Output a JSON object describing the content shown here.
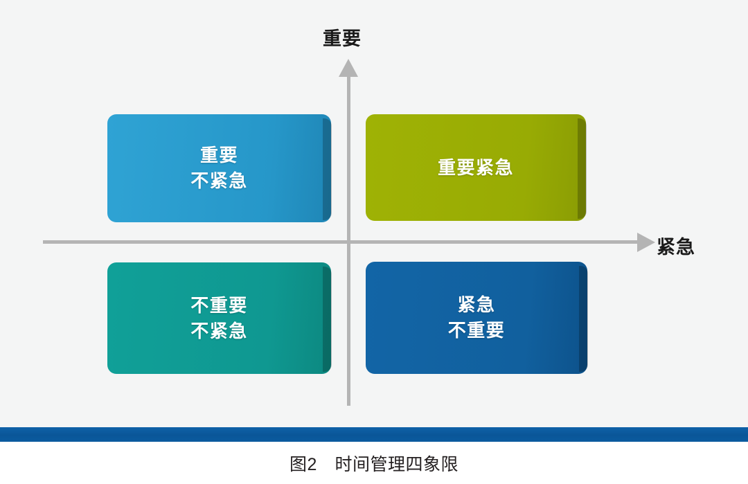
{
  "figure": {
    "caption": "图2　时间管理四象限",
    "background_color": "#f4f5f5",
    "rule_color": "#0a5698"
  },
  "axes": {
    "vertical": {
      "label": "重要",
      "name": "importance-axis",
      "arrow": "up-arrow-icon",
      "color": "#b4b4b4"
    },
    "horizontal": {
      "label": "紧急",
      "name": "urgency-axis",
      "arrow": "right-arrow-icon",
      "color": "#b4b4b4"
    }
  },
  "chart_data": {
    "type": "table",
    "title": "图2　时间管理四象限",
    "xlabel": "紧急",
    "ylabel": "重要",
    "quadrants": [
      {
        "position": "top-left",
        "lines": [
          "重要",
          "不紧急"
        ],
        "line1": "重要",
        "line2": "不紧急",
        "color": "#2697c9",
        "urgent": false,
        "important": true
      },
      {
        "position": "top-right",
        "lines": [
          "重要紧急"
        ],
        "line1": "重要紧急",
        "line2": "",
        "color": "#98ab04",
        "urgent": true,
        "important": true
      },
      {
        "position": "bottom-left",
        "lines": [
          "不重要",
          "不紧急"
        ],
        "line1": "不重要",
        "line2": "不紧急",
        "color": "#0f9891",
        "urgent": false,
        "important": false
      },
      {
        "position": "bottom-right",
        "lines": [
          "紧急",
          "不重要"
        ],
        "line1": "紧急",
        "line2": "不重要",
        "color": "#11609e",
        "urgent": true,
        "important": false
      }
    ]
  }
}
